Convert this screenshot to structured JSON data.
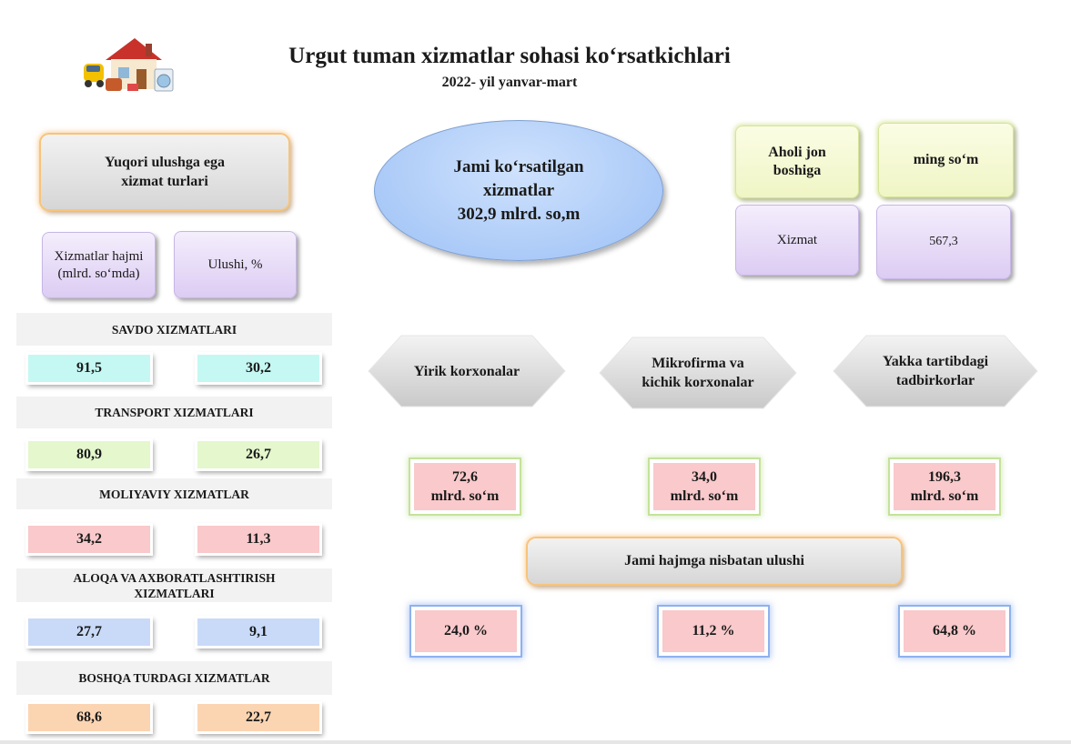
{
  "header": {
    "title": "Urgut tuman xizmatlar sohasi ko‘rsatkichlari",
    "subtitle": "2022- yil yanvar-mart"
  },
  "left": {
    "heading": "Yuqori ulushga ega xizmat turlari",
    "col_volume": "Xizmatlar hajmi (mlrd. so‘mda)",
    "col_share": "Ulushi, %",
    "categories": [
      {
        "name": "SAVDO XIZMATLARI",
        "volume": "91,5",
        "share": "30,2",
        "color": "#c5f8f3"
      },
      {
        "name": "TRANSPORT XIZMATLARI",
        "volume": "80,9",
        "share": "26,7",
        "color": "#e4f7cd"
      },
      {
        "name": "MOLIYAVIY XIZMATLAR",
        "volume": "34,2",
        "share": "11,3",
        "color": "#f9c9cb"
      },
      {
        "name": "ALOQA VA AXBORATLASHTIRISH XIZMATLARI",
        "volume": "27,7",
        "share": "9,1",
        "color": "#c9daf8"
      },
      {
        "name": "BOSHQA TURDAGI XIZMATLAR",
        "volume": "68,6",
        "share": "22,7",
        "color": "#fbd5b2"
      }
    ]
  },
  "total": {
    "line1": "Jami ko‘rsatilgan",
    "line2": "xizmatlar",
    "line3": "302,9 mlrd. so,m"
  },
  "per_capita": {
    "label": "Aholi jon boshiga",
    "unit": "ming so‘m",
    "item": "Xizmat",
    "value": "567,3"
  },
  "groups": [
    {
      "name": "Yirik korxonalar",
      "amount": "72,6",
      "amount_unit": "mlrd. so‘m",
      "share": "24,0 %"
    },
    {
      "name": "Mikrofirma va kichik korxonalar",
      "amount": "34,0",
      "amount_unit": "mlrd. so‘m",
      "share": "11,2 %"
    },
    {
      "name": "Yakka tartibdagi tadbirkorlar",
      "amount": "196,3",
      "amount_unit": "mlrd. so‘m",
      "share": "64,8 %"
    }
  ],
  "share_heading": "Jami hajmga nisbatan ulushi",
  "icons": {
    "logo": "house-services-icon"
  }
}
